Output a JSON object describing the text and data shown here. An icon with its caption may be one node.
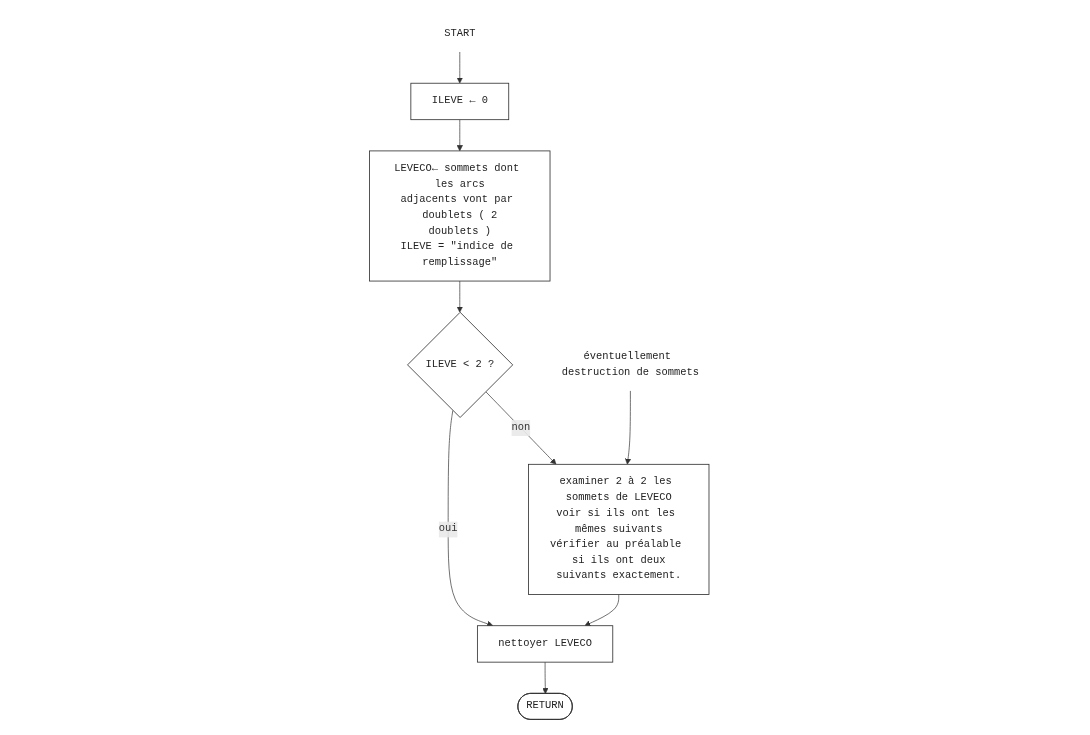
{
  "diagram": {
    "nodes": [
      {
        "text": [
          "START"
        ]
      },
      {
        "text": [
          "ILEVE ← 0"
        ]
      },
      {
        "text": [
          "LEVECO← sommets dont les arcs adjacents vont par doublets ( 2 doublets )",
          "ILEVE = \"indice de remplissage\""
        ]
      },
      {
        "text": [
          "ILEVE < 2 ?"
        ]
      },
      {
        "text": [
          "nettoyer LEVECO"
        ]
      },
      {
        "text": [
          "RETURN"
        ]
      },
      {
        "text": [
          "examiner 2 à 2 les sommets de LEVECO voir si ils ont les mêmes suivants vérifier au préalable si ils ont deux suivants exactement."
        ]
      },
      {
        "text": [
          "éventuellement destruction de sommets"
        ]
      }
    ],
    "edges": [
      {
        "from": 0,
        "to": 1,
        "arrow": "to"
      },
      {
        "from": 1,
        "to": 2,
        "arrow": "to"
      },
      {
        "from": 2,
        "to": 3,
        "arrow": "to"
      },
      {
        "from": 3,
        "to": 4,
        "arrow": "to",
        "label": "oui"
      },
      {
        "from": 4,
        "to": 5,
        "arrow": "to"
      },
      {
        "from": 3,
        "to": 6,
        "arrow": "to",
        "label": "non"
      },
      {
        "from": 6,
        "to": 4,
        "arrow": "to"
      },
      {
        "from": 7,
        "to": 6,
        "arrow": "to"
      }
    ]
  }
}
